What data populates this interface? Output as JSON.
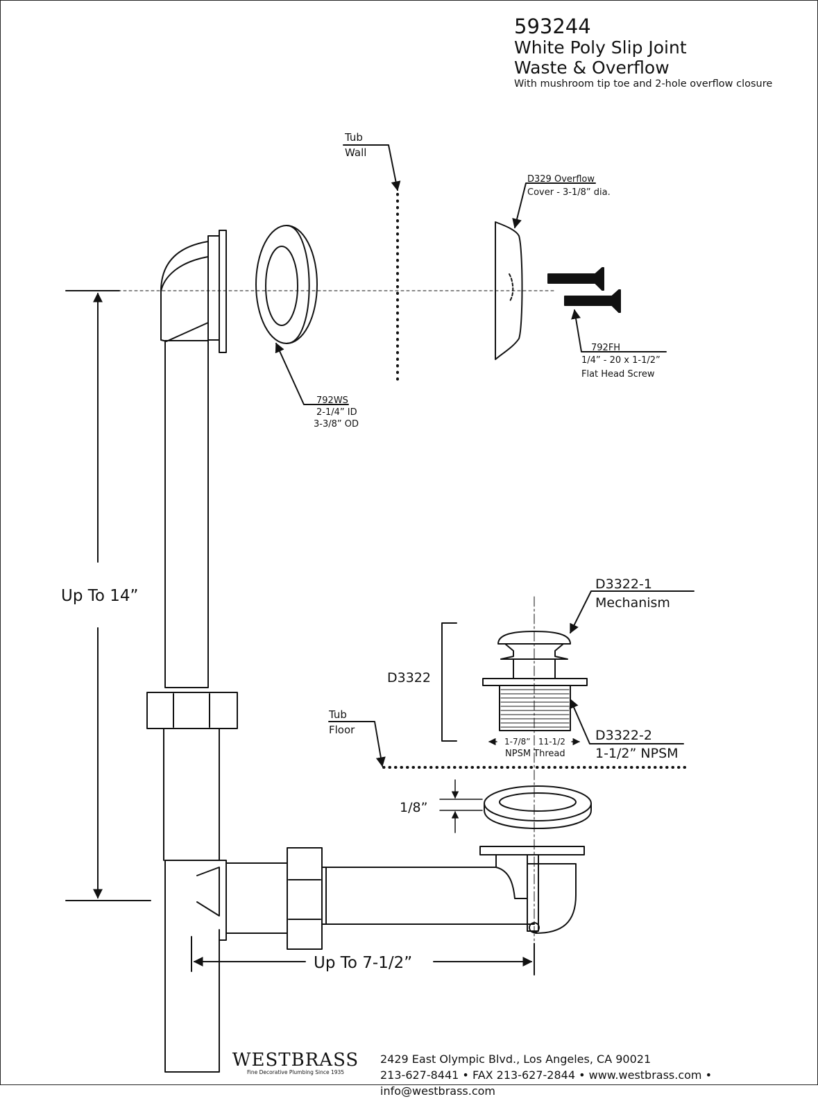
{
  "header": {
    "part_number": "593244",
    "title_line1": "White Poly Slip Joint",
    "title_line2": "Waste & Overflow",
    "subtitle": "With mushroom tip toe and 2-hole overflow closure"
  },
  "labels": {
    "tub_wall_1": "Tub",
    "tub_wall_2": "Wall",
    "overflow_cover_1": "D329 Overflow",
    "overflow_cover_2": "Cover - 3-1/8” dia.",
    "washer_1": "792WS",
    "washer_2": "2-1/4” ID",
    "washer_3": "3-3/8” OD",
    "screw_1": "792FH",
    "screw_2": "1/4” - 20 x 1-1/2”",
    "screw_3": "Flat Head Screw",
    "height_dim": "Up To 14”",
    "mechanism_1": "D3322-1",
    "mechanism_2": "Mechanism",
    "assembly": "D3322",
    "body_1": "D3322-2",
    "body_2": "1-1/2” NPSM",
    "thread_left": "1-7/8”",
    "thread_right": "11-1/2",
    "thread_note": "NPSM Thread",
    "tub_floor_1": "Tub",
    "tub_floor_2": "Floor",
    "gasket_dim": "1/8”",
    "length_dim": "Up To 7-1/2”"
  },
  "footer": {
    "brand": "WESTBRASS",
    "tagline": "Fine Decorative Plumbing Since 1935",
    "address": "2429 East Olympic Blvd., Los Angeles, CA  90021",
    "contact": "213-627-8441 • FAX 213-627-2844 • www.westbrass.com • info@westbrass.com"
  }
}
